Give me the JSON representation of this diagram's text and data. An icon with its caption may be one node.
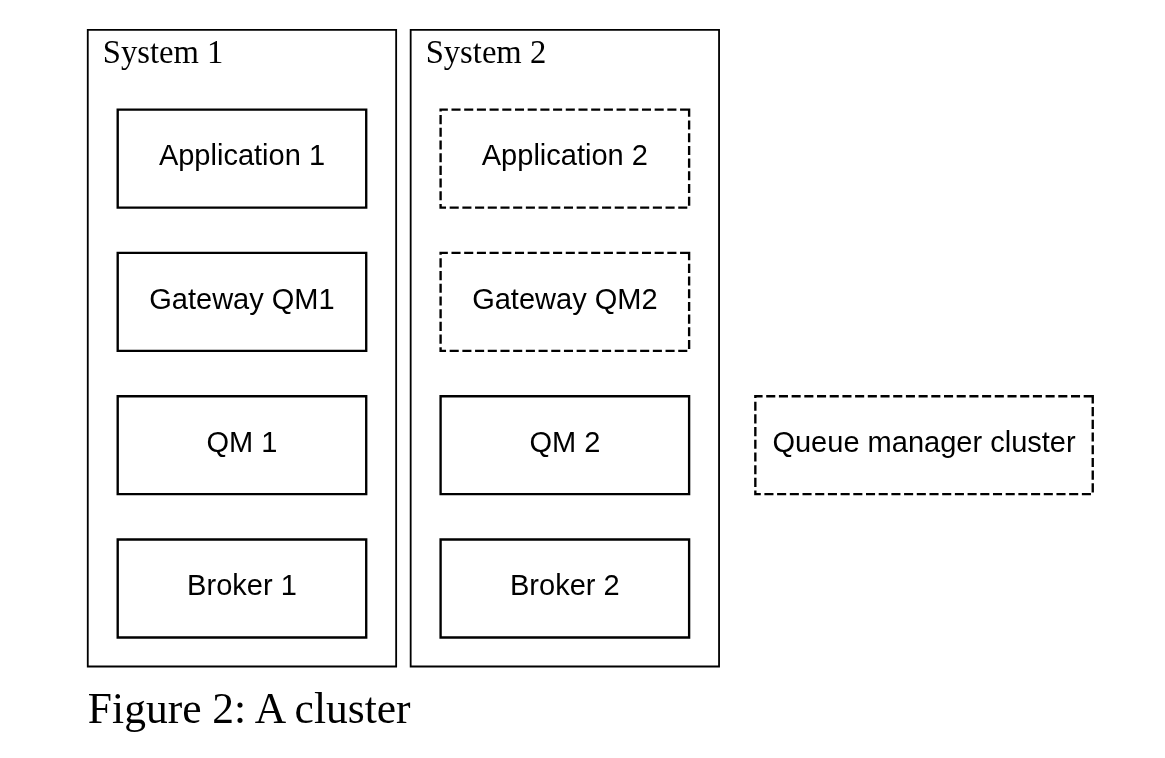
{
  "diagram": {
    "caption": "Figure 2: A cluster",
    "nodes": [
      {
        "text": [
          "System 1"
        ]
      },
      {
        "text": [
          "System 2"
        ]
      },
      {
        "text": [
          "Application 1"
        ],
        "in": 0
      },
      {
        "text": [
          "Application 2"
        ],
        "in": 1
      },
      {
        "text": [
          "Gateway QM1"
        ],
        "in": 0
      },
      {
        "text": [
          "Gateway QM2"
        ],
        "in": 1
      },
      {
        "text": [
          "QM 1"
        ],
        "in": 0
      },
      {
        "text": [
          "QM 2"
        ],
        "in": 1
      },
      {
        "text": [
          "Broker 1"
        ],
        "in": 0
      },
      {
        "text": [
          "Broker 2"
        ],
        "in": 1
      },
      {
        "text": [
          "Queue manager cluster"
        ]
      }
    ]
  }
}
